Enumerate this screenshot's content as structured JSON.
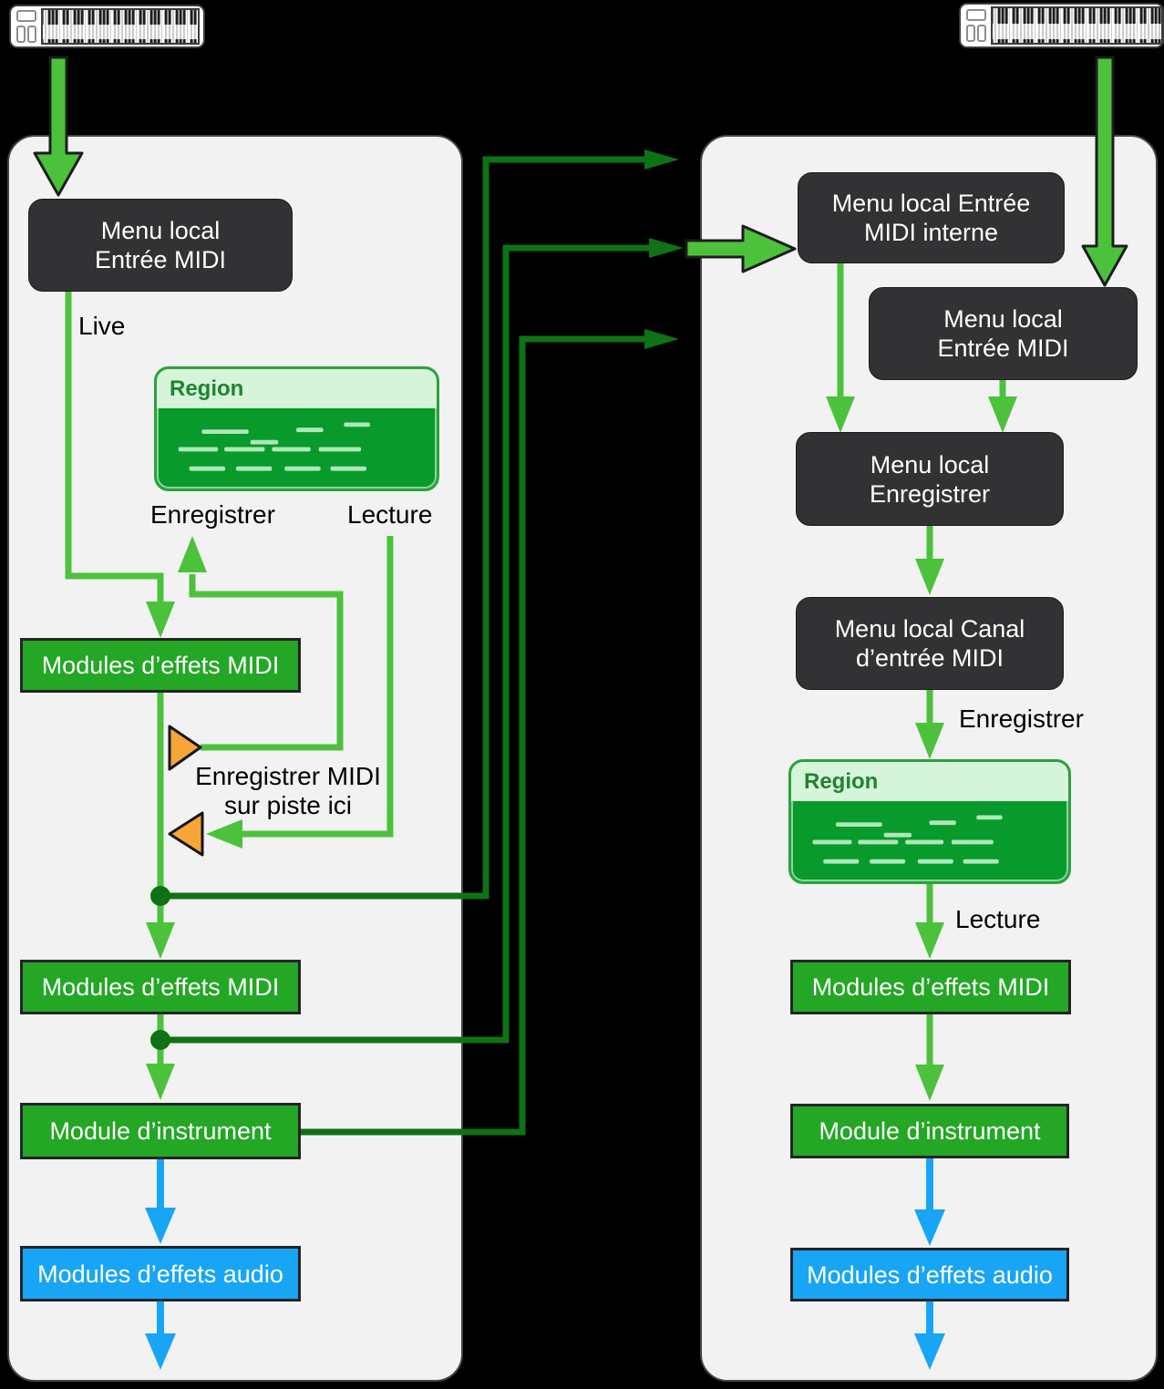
{
  "left_panel": {
    "menu_midi_in": "Menu local\nEntrée MIDI",
    "live_label": "Live",
    "region_label": "Region",
    "record_label": "Enregistrer",
    "play_label": "Lecture",
    "midi_fx_1": "Modules d’effets MIDI",
    "record_here_label": "Enregistrer MIDI\nsur piste ici",
    "midi_fx_2": "Modules d’effets MIDI",
    "instrument": "Module d’instrument",
    "audio_fx": "Modules d’effets audio"
  },
  "right_panel": {
    "menu_internal_midi_in": "Menu local Entrée\nMIDI interne",
    "menu_midi_in": "Menu local\nEntrée MIDI",
    "menu_record": "Menu local\nEnregistrer",
    "menu_midi_channel": "Menu local Canal\nd’entrée MIDI",
    "record_label": "Enregistrer",
    "region_label": "Region",
    "play_label": "Lecture",
    "midi_fx": "Modules d’effets MIDI",
    "instrument": "Module d’instrument",
    "audio_fx": "Modules d’effets audio"
  },
  "icons": {
    "left_keyboard": "midi-keyboard-icon",
    "right_keyboard": "midi-keyboard-icon"
  },
  "colors": {
    "arrow_green": "#4cc23c",
    "dark_green": "#0e7216",
    "box_green": "#23a725",
    "region_green": "#089a2b",
    "region_header": "#d5f4d9",
    "region_border": "#2aa23c",
    "audio_blue": "#18a5f6",
    "insert_orange": "#f6a539",
    "node_dark": "#323234",
    "panel_gray": "#f2f2f2"
  }
}
